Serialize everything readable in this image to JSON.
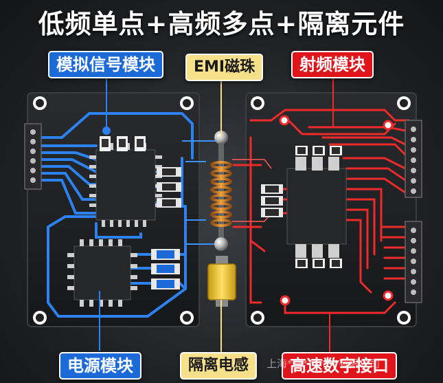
{
  "title": "低频单点+高频多点+隔离元件",
  "labels": {
    "analog": "模拟信号模块",
    "emi": "EMI磁珠",
    "rf": "射频模块",
    "power": "电源模块",
    "inductor": "隔离电感",
    "digital": "高速数字接口"
  },
  "watermark": "上海**********有限公司",
  "colors": {
    "blue_trace": "#2b82f0",
    "red_trace": "#ef2a2a",
    "board": "#1b1c1e",
    "label_blue": "#1c6ad8",
    "label_red": "#e0151b",
    "label_yellow": "#f7e08a"
  }
}
